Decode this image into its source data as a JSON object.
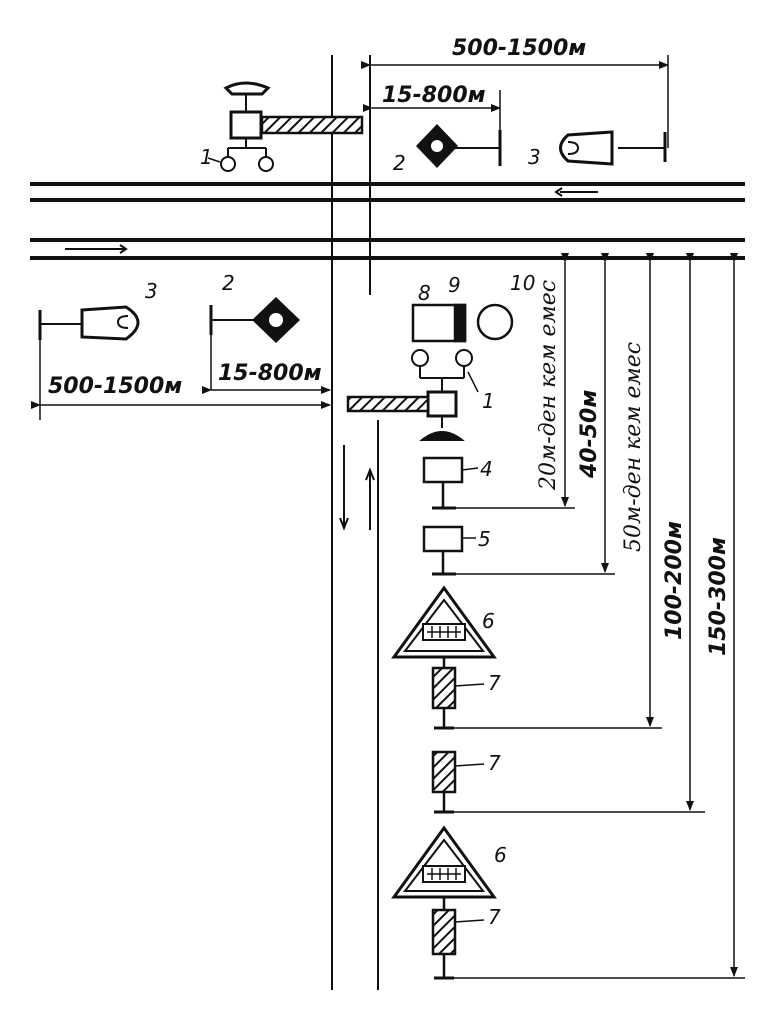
{
  "dimensions": {
    "top_long": "500-1500м",
    "top_short": "15-800м",
    "left_short": "15-800м",
    "left_long": "500-1500м",
    "v_20": "20м-ден кем емес",
    "v_40": "40-50м",
    "v_50": "50м-ден кем емес",
    "v_100": "100-200м",
    "v_150": "150-300м"
  },
  "labels": {
    "n1a": "1",
    "n1b": "1",
    "n2a": "2",
    "n2b": "2",
    "n3a": "3",
    "n3b": "3",
    "n4": "4",
    "n5": "5",
    "n6a": "6",
    "n6b": "6",
    "n7a": "7",
    "n7b": "7",
    "n7c": "7",
    "n8": "8",
    "n9": "9",
    "n10": "10"
  }
}
